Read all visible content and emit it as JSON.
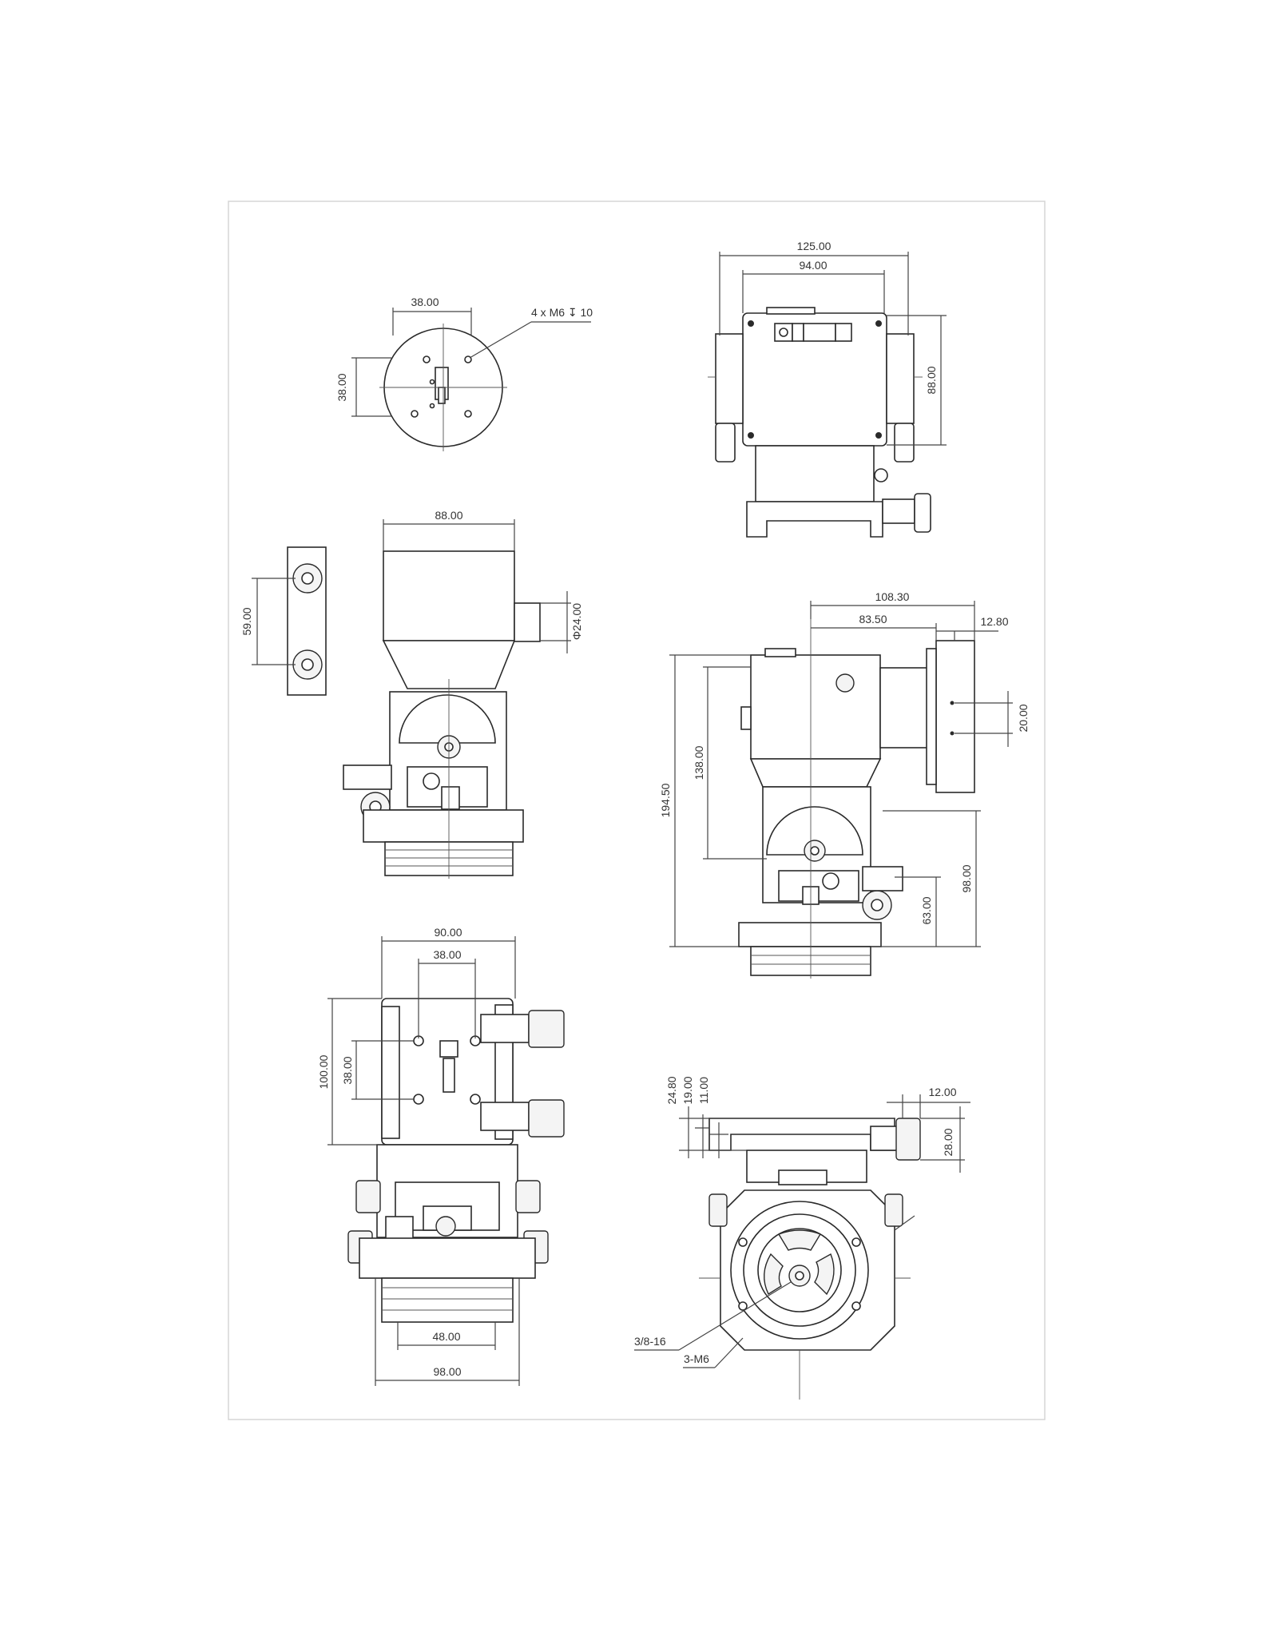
{
  "drawing": {
    "colors": {
      "line": "#2a2a2a",
      "frame": "#d6d6d6",
      "background": "#ffffff"
    },
    "flange_view": {
      "dim_top": "38.00",
      "dim_left": "38.00",
      "callout": "4 x M6 ↧ 10"
    },
    "rear_view": {
      "dim_outer_width": "125.00",
      "dim_inner_width": "94.00",
      "dim_height": "88.00"
    },
    "front_view": {
      "dim_width": "88.00",
      "dim_knob_spacing": "59.00",
      "dim_shaft_dia": "Φ24.00"
    },
    "side_view": {
      "dim_overall_depth": "108.30",
      "dim_depth": "83.50",
      "dim_flange": "12.80",
      "dim_hole_spacing": "20.00",
      "dim_total_height": "194.50",
      "dim_body_height": "138.00",
      "dim_base_height": "98.00",
      "dim_knob_height": "63.00"
    },
    "top_view": {
      "dim_width": "90.00",
      "dim_hole_spacing": "38.00",
      "dim_length": "100.00",
      "dim_hole_spacing_v": "38.00",
      "dim_base_inner": "48.00",
      "dim_base_outer": "98.00"
    },
    "bottom_view": {
      "dim_a": "24.80",
      "dim_b": "19.00",
      "dim_c": "11.00",
      "dim_knob_offset": "12.00",
      "dim_knob_height": "28.00",
      "thread_label": "3/8-16",
      "holes_label": "3-M6"
    }
  }
}
